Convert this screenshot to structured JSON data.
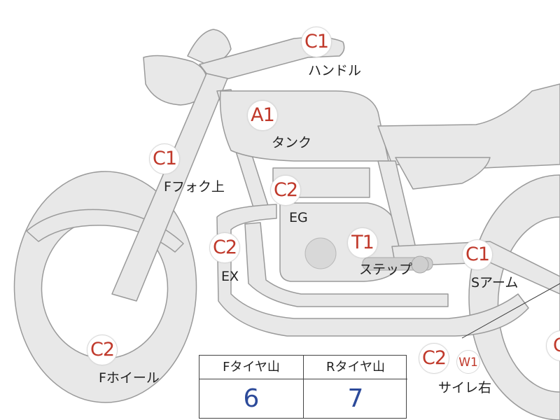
{
  "colors": {
    "frame_fill": "#e8e8e8",
    "frame_stroke": "#9a9a9a",
    "marker_text": "#c0392b",
    "label_text": "#222222",
    "table_value": "#2c4a9a"
  },
  "parts": [
    {
      "id": "handle",
      "code": "C1",
      "label": "ハンドル"
    },
    {
      "id": "tank",
      "code": "A1",
      "label": "タンク"
    },
    {
      "id": "fork-upper",
      "code": "C1",
      "label": "Fフォク上"
    },
    {
      "id": "engine",
      "code": "C2",
      "label": "EG"
    },
    {
      "id": "exhaust",
      "code": "C2",
      "label": "EX"
    },
    {
      "id": "step",
      "code": "T1",
      "label": "ステップ"
    },
    {
      "id": "swingarm",
      "code": "C1",
      "label": "Sアーム"
    },
    {
      "id": "front-wheel",
      "code": "C2",
      "label": "Fホイール"
    },
    {
      "id": "muffler-right",
      "code": "C2",
      "label": "サイレ右",
      "sub_code": "W1"
    },
    {
      "id": "rear-edge",
      "code": "C"
    }
  ],
  "tread_table": {
    "headers": [
      "Fタイヤ山",
      "Rタイヤ山"
    ],
    "values": [
      "6",
      "7"
    ]
  }
}
